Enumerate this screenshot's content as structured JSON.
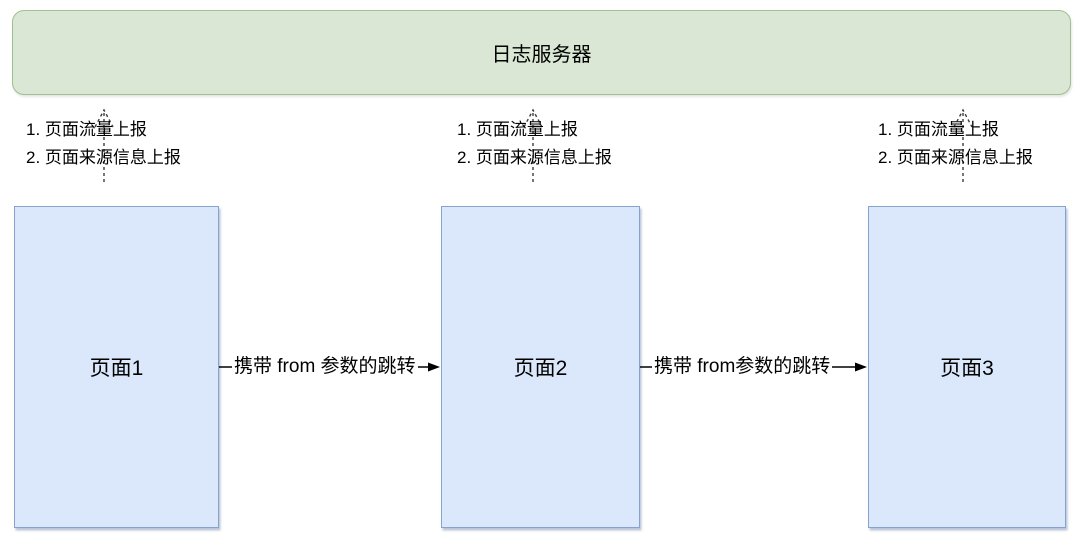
{
  "server": {
    "label": "日志服务器"
  },
  "report_notes": [
    {
      "line1": "1. 页面流量上报",
      "line2": "2. 页面来源信息上报"
    },
    {
      "line1": "1. 页面流量上报",
      "line2": "2. 页面来源信息上报"
    },
    {
      "line1": "1. 页面流量上报",
      "line2": "2. 页面来源信息上报"
    }
  ],
  "pages": [
    {
      "label": "页面1"
    },
    {
      "label": "页面2"
    },
    {
      "label": "页面3"
    }
  ],
  "arrows": [
    {
      "label": "携带 from 参数的跳转"
    },
    {
      "label": "携带 from参数的跳转"
    }
  ],
  "colors": {
    "server_fill": "#d9e7d4",
    "server_border": "#a0c08f",
    "page_fill": "#dbe8fb",
    "page_border": "#87a2cc",
    "arrow": "#000000",
    "dashed_arrow": "#3d3d3d"
  }
}
